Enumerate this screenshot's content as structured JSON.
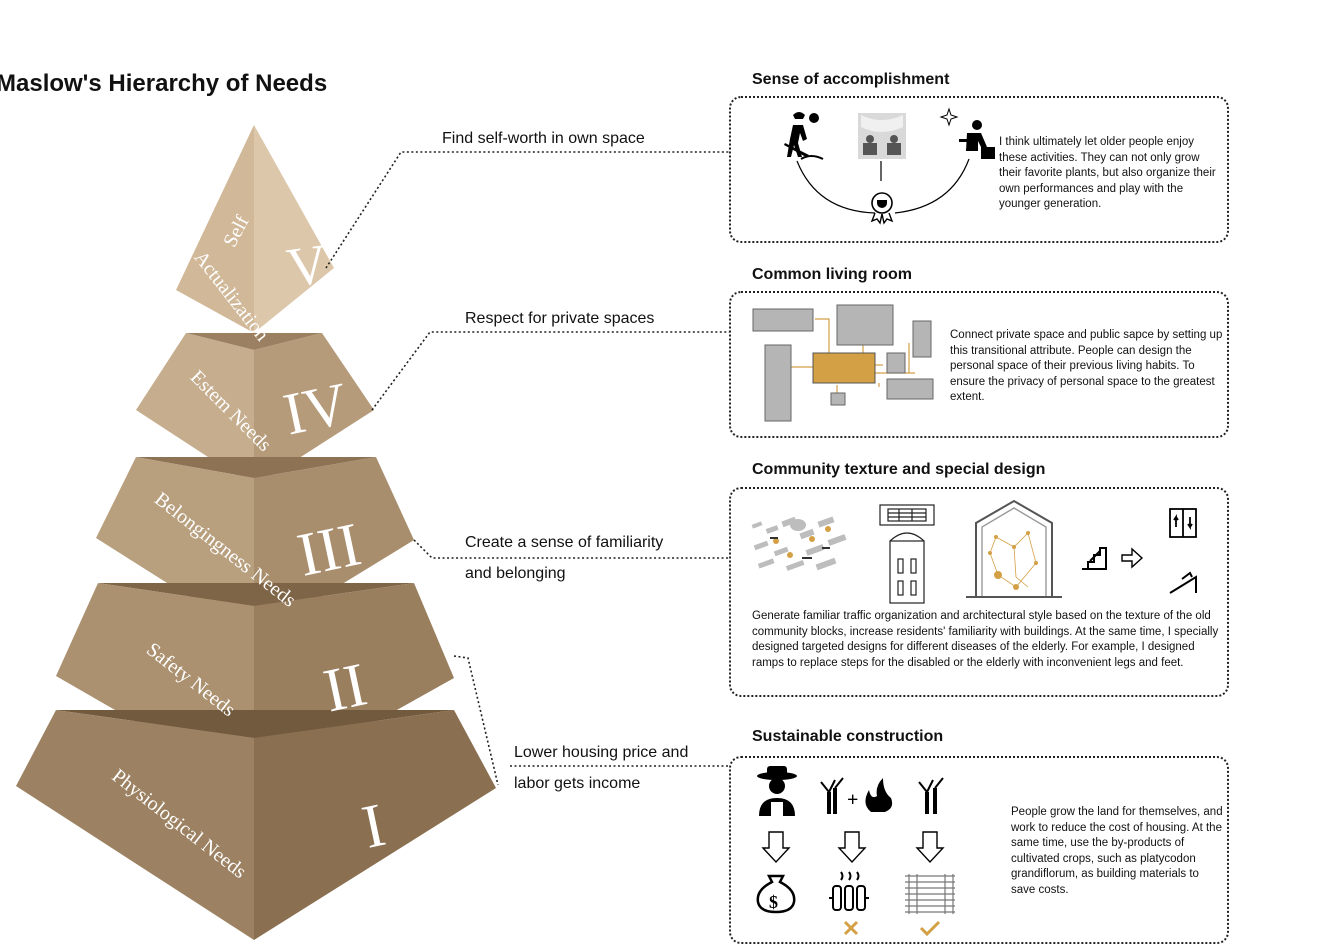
{
  "title": "Maslow's Hierarchy of Needs",
  "levels": [
    {
      "numeral": "V",
      "name_line1": "Self",
      "name_line2": "Actualization"
    },
    {
      "numeral": "IV",
      "name": "Estem Needs"
    },
    {
      "numeral": "III",
      "name": "Belongingness Needs"
    },
    {
      "numeral": "II",
      "name": "Safety Needs"
    },
    {
      "numeral": "I",
      "name": "Physiological Needs"
    }
  ],
  "connectors": {
    "c1": "Find self-worth in own space",
    "c2": "Respect for private spaces",
    "c3_line1": "Create a sense of familiarity",
    "c3_line2": "and belonging",
    "c4_line1": "Lower housing price and",
    "c4_line2": "labor gets income"
  },
  "sections": [
    {
      "heading": "Sense of accomplishment",
      "text": "I think ultimately let older people enjoy these activities. They can not only grow their favorite plants, but also organize their own performances and play with the younger generation."
    },
    {
      "heading": "Common living room",
      "text": "Connect private space and public sapce by setting up this transitional attribute. People can design the personal space of their previous living habits. To ensure the privacy of personal space to the greatest extent."
    },
    {
      "heading": "Community texture and special design",
      "text": "Generate familiar traffic organization and architectural style based on the texture of the old community blocks, increase residents' familiarity with buildings. At the same time, I specially designed targeted designs for different diseases of the elderly. For example, I designed ramps to replace steps for the disabled or the elderly with inconvenient legs and feet."
    },
    {
      "heading": "Sustainable construction",
      "text": "People grow the land for themselves, and work to reduce the cost of housing. At the same time, use the by-products of cultivated crops, such as platycodon grandiflorum, as building materials to save costs."
    }
  ],
  "icons": [
    "gardener-icon",
    "stage-icon",
    "desk-worker-icon",
    "award-badge-icon",
    "floor-plan-diagram",
    "city-texture-map",
    "old-building-icon",
    "constellation-house-icon",
    "stairs-icon",
    "arrow-right-icon",
    "elevator-icon",
    "ramp-icon",
    "farmer-icon",
    "plant-fire-icon",
    "plant-icon",
    "money-bag-icon",
    "heater-icon",
    "building-material-icon",
    "cross-icon",
    "check-icon"
  ],
  "colors": {
    "accent": "#d4a045",
    "gray_block": "#b5b5b5",
    "pyramid_light": "#d9c4a6",
    "pyramid_dark": "#7a6245"
  }
}
